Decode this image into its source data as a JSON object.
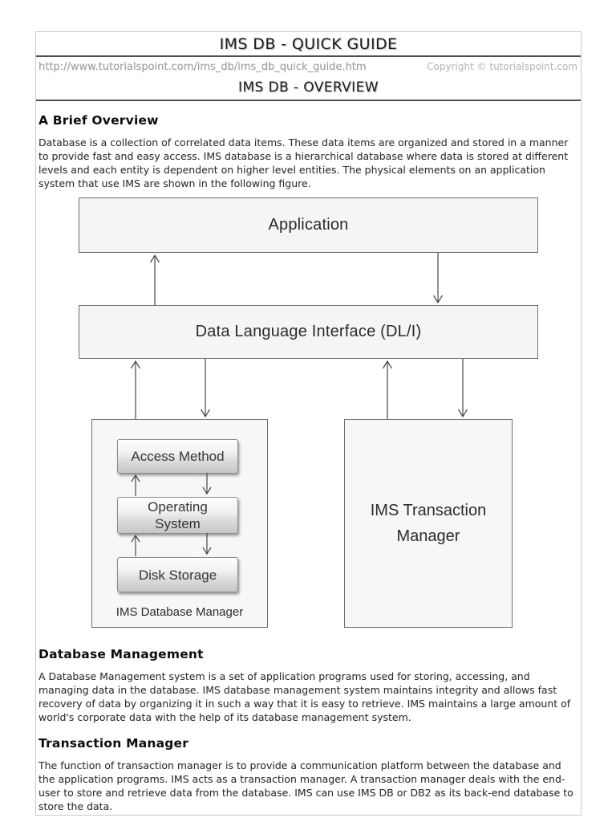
{
  "header": {
    "title": "IMS DB - QUICK GUIDE",
    "url": "http://www.tutorialspoint.com/ims_db/ims_db_quick_guide.htm",
    "copyright": "Copyright © tutorialspoint.com",
    "section_title": "IMS DB - OVERVIEW"
  },
  "sections": {
    "overview": {
      "heading": "A Brief Overview",
      "body": "Database is a collection of correlated data items. These data items are organized and stored in a manner to provide fast and easy access. IMS database is a hierarchical database where data is stored at different levels and each entity is dependent on higher level entities. The physical elements on an application system that use IMS are shown in the following figure."
    },
    "database_management": {
      "heading": "Database Management",
      "body": "A Database Management system is a set of application programs used for storing, accessing, and managing data in the database. IMS database management system maintains integrity and allows fast recovery of data by organizing it in such a way that it is easy to retrieve. IMS maintains a large amount of world's corporate data with the help of its database management system."
    },
    "transaction_manager": {
      "heading": "Transaction Manager",
      "body": "The function of transaction manager is to provide a communication platform between the database and the application programs. IMS acts as a transaction manager. A transaction manager deals with the end-user to store and retrieve data from the database. IMS can use IMS DB or DB2 as its back-end database to store the data."
    }
  },
  "diagram": {
    "application_label": "Application",
    "dli_label": "Data Language Interface (DL/I)",
    "access_method_label": "Access Method",
    "operating_system_label": "Operating\nSystem",
    "disk_storage_label": "Disk Storage",
    "database_manager_label": "IMS Database Manager",
    "transaction_manager_label": "IMS Transaction\nManager"
  },
  "colors": {
    "rule": "#4f4f4f",
    "page_border": "#c9c9c9",
    "diagram_box_border": "#6e6e6e",
    "diagram_box_fill": "#f5f5f4",
    "arrow": "#474747",
    "muted_text": "#9a9a9a"
  }
}
